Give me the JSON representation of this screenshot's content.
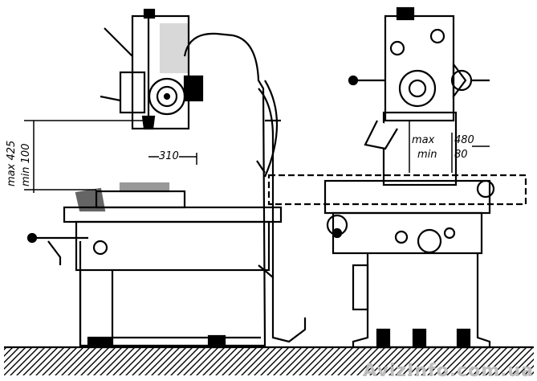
{
  "drawing": {
    "side_view": {
      "table_height_max": "max 425",
      "table_height_min": "min 100",
      "reach": "310"
    },
    "front_view": {
      "label_max": "max",
      "label_min": "min",
      "value_max": "480",
      "value_min": "80"
    }
  },
  "watermark": "AvizInfo.com.ua"
}
